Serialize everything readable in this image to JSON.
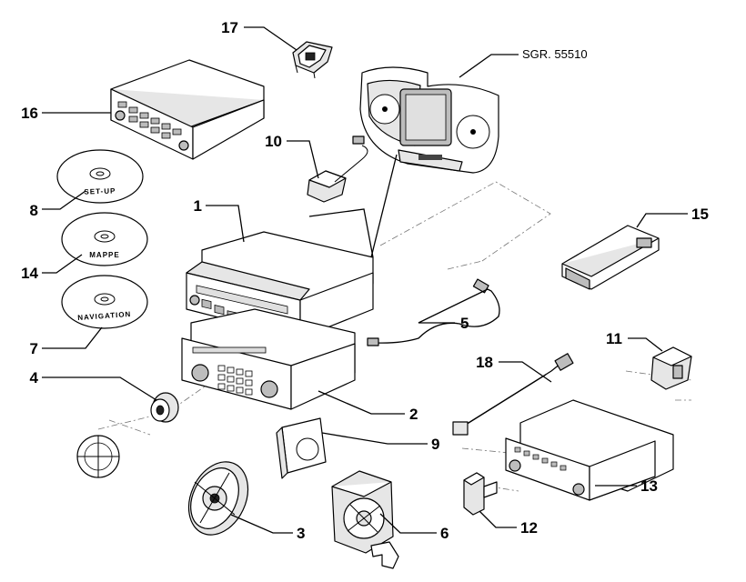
{
  "diagram": {
    "reference": "SGR. 55510",
    "callouts": {
      "c1": "1",
      "c2": "2",
      "c3": "3",
      "c4": "4",
      "c5": "5",
      "c6": "6",
      "c7": "7",
      "c8": "8",
      "c9": "9",
      "c10": "10",
      "c11": "11",
      "c12": "12",
      "c13": "13",
      "c14": "14",
      "c15": "15",
      "c16": "16",
      "c17": "17",
      "c18": "18"
    },
    "discs": {
      "setup": "SET-UP",
      "mappe": "MAPPE",
      "navigation": "NAVIGATION"
    }
  }
}
